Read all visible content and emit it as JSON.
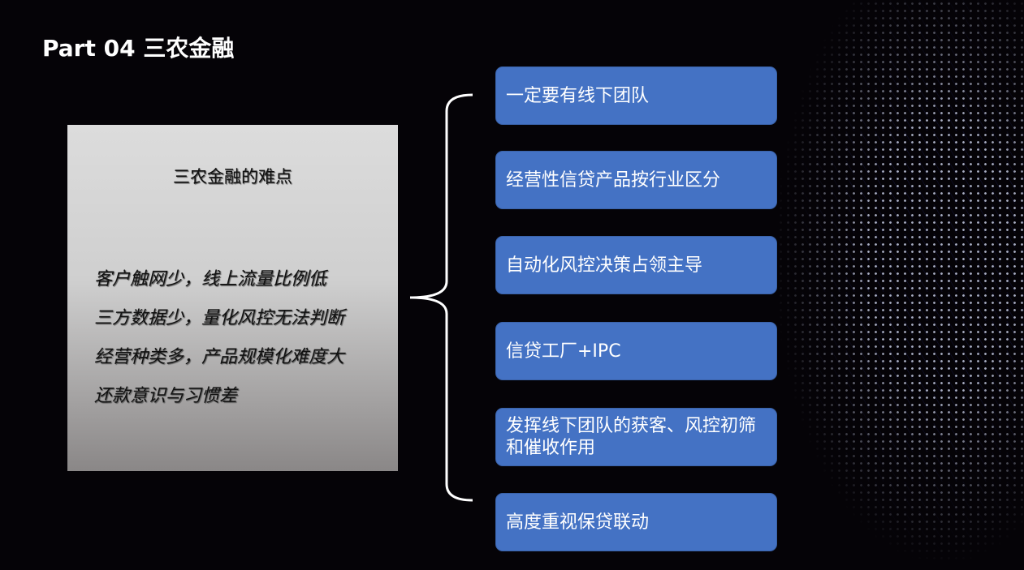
{
  "title": "Part 04 三农金融",
  "panel": {
    "title": "三农金融的难点",
    "lines": [
      "客户触网少，线上流量比例低",
      "三方数据少，量化风控无法判断",
      "经营种类多，产品规模化难度大",
      "还款意识与习惯差"
    ]
  },
  "boxes": [
    "一定要有线下团队",
    "经营性信贷产品按行业区分",
    "自动化风控决策占领主导",
    "信贷工厂+IPC",
    "发挥线下团队的获客、风控初筛和催收作用",
    "高度重视保贷联动"
  ],
  "colors": {
    "box": "#4472c4",
    "background": "#050307"
  }
}
